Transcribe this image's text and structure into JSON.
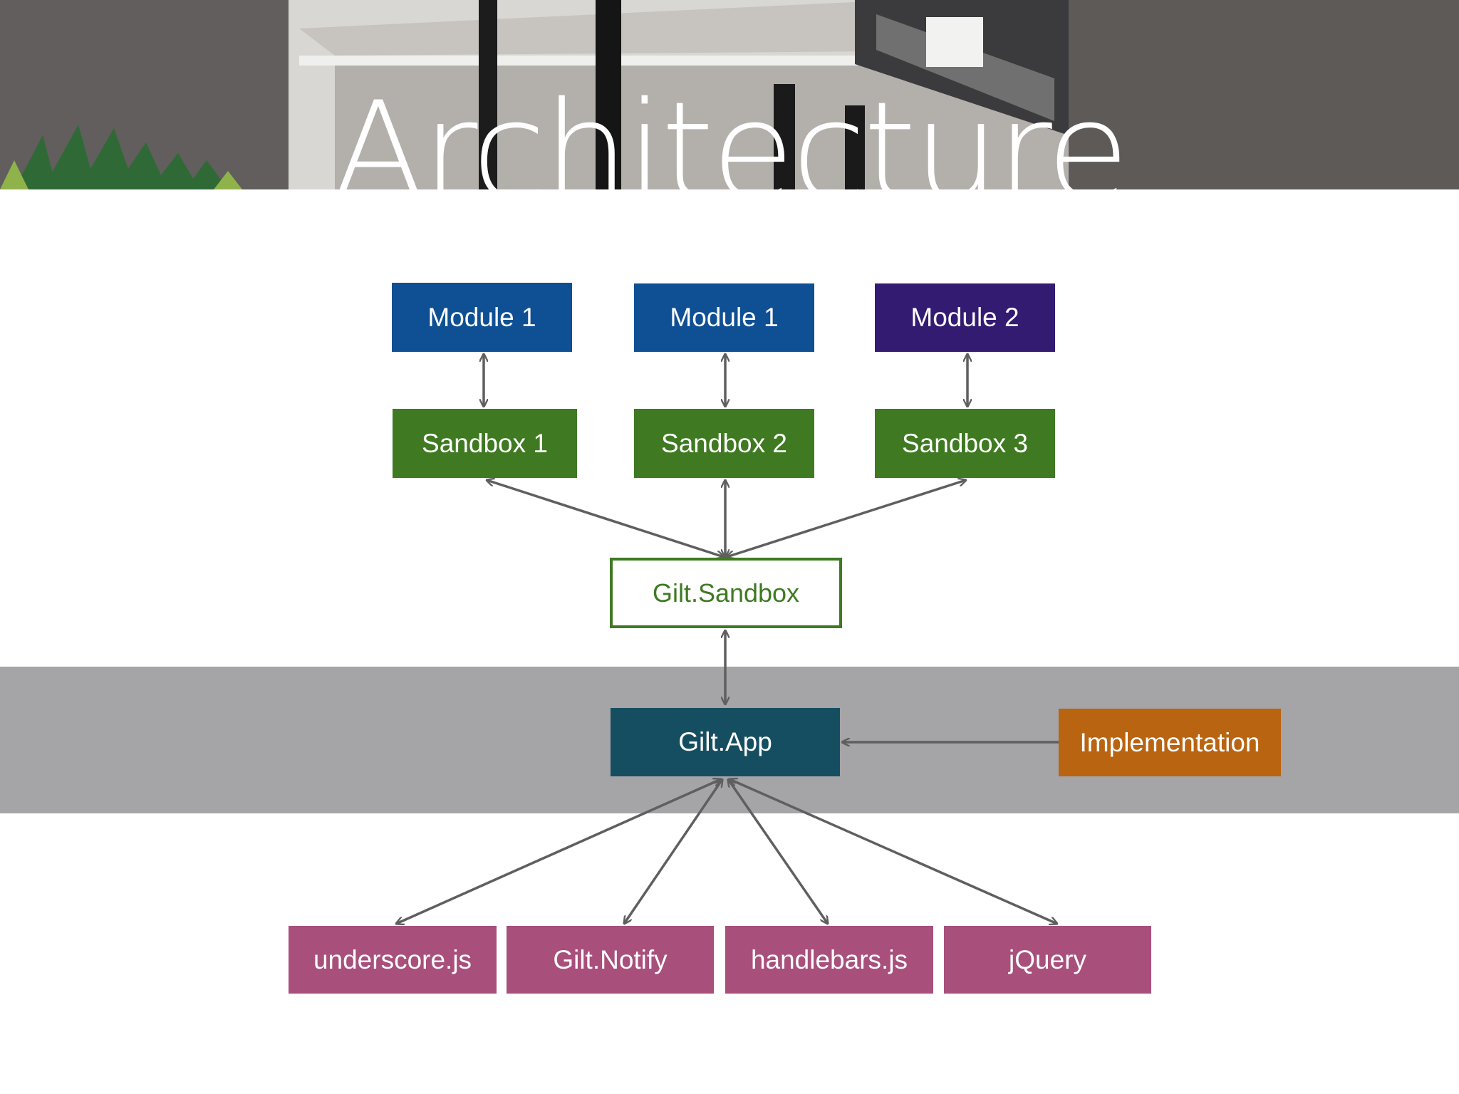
{
  "slide": {
    "title": "Architecture"
  },
  "colors": {
    "module_blue": "#0f5094",
    "module_purple": "#341b72",
    "sandbox_green": "#3f7a22",
    "app_teal": "#164e61",
    "implementation_orange": "#b96410",
    "library_pink": "#a84f7c",
    "band_gray": "#a5a4a6",
    "arrow_gray": "#5f5f5f"
  },
  "diagram": {
    "modules": [
      {
        "label": "Module 1"
      },
      {
        "label": "Module 1"
      },
      {
        "label": "Module 2"
      }
    ],
    "sandboxes": [
      {
        "label": "Sandbox 1"
      },
      {
        "label": "Sandbox 2"
      },
      {
        "label": "Sandbox 3"
      }
    ],
    "core_sandbox": {
      "label": "Gilt.Sandbox"
    },
    "app": {
      "label": "Gilt.App"
    },
    "implementation": {
      "label": "Implementation"
    },
    "libraries": [
      {
        "label": "underscore.js"
      },
      {
        "label": "Gilt.Notify"
      },
      {
        "label": "handlebars.js"
      },
      {
        "label": "jQuery"
      }
    ],
    "edges": [
      {
        "from": "Module 1",
        "to": "Sandbox 1",
        "direction": "both"
      },
      {
        "from": "Module 1",
        "to": "Sandbox 2",
        "direction": "both"
      },
      {
        "from": "Module 2",
        "to": "Sandbox 3",
        "direction": "both"
      },
      {
        "from": "Sandbox 1",
        "to": "Gilt.Sandbox",
        "direction": "both"
      },
      {
        "from": "Sandbox 2",
        "to": "Gilt.Sandbox",
        "direction": "both"
      },
      {
        "from": "Sandbox 3",
        "to": "Gilt.Sandbox",
        "direction": "both"
      },
      {
        "from": "Gilt.Sandbox",
        "to": "Gilt.App",
        "direction": "both"
      },
      {
        "from": "Implementation",
        "to": "Gilt.App",
        "direction": "forward"
      },
      {
        "from": "Gilt.App",
        "to": "underscore.js",
        "direction": "both"
      },
      {
        "from": "Gilt.App",
        "to": "Gilt.Notify",
        "direction": "both"
      },
      {
        "from": "Gilt.App",
        "to": "handlebars.js",
        "direction": "both"
      },
      {
        "from": "Gilt.App",
        "to": "jQuery",
        "direction": "both"
      }
    ]
  }
}
